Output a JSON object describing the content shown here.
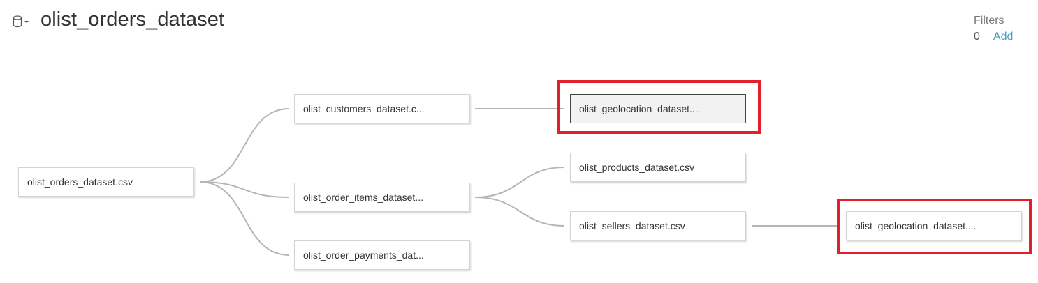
{
  "header": {
    "title": "olist_orders_dataset",
    "datasource_icon": "database-icon"
  },
  "filters": {
    "label": "Filters",
    "count": "0",
    "add_label": "Add"
  },
  "nodes": {
    "orders": "olist_orders_dataset.csv",
    "customers": "olist_customers_dataset.c...",
    "order_items": "olist_order_items_dataset...",
    "order_payments": "olist_order_payments_dat...",
    "geolocation_1": "olist_geolocation_dataset....",
    "products": "olist_products_dataset.csv",
    "sellers": "olist_sellers_dataset.csv",
    "geolocation_2": "olist_geolocation_dataset...."
  },
  "colors": {
    "highlight": "#e0202a",
    "connector": "#b5b5b5",
    "link": "#4e9dbf"
  }
}
